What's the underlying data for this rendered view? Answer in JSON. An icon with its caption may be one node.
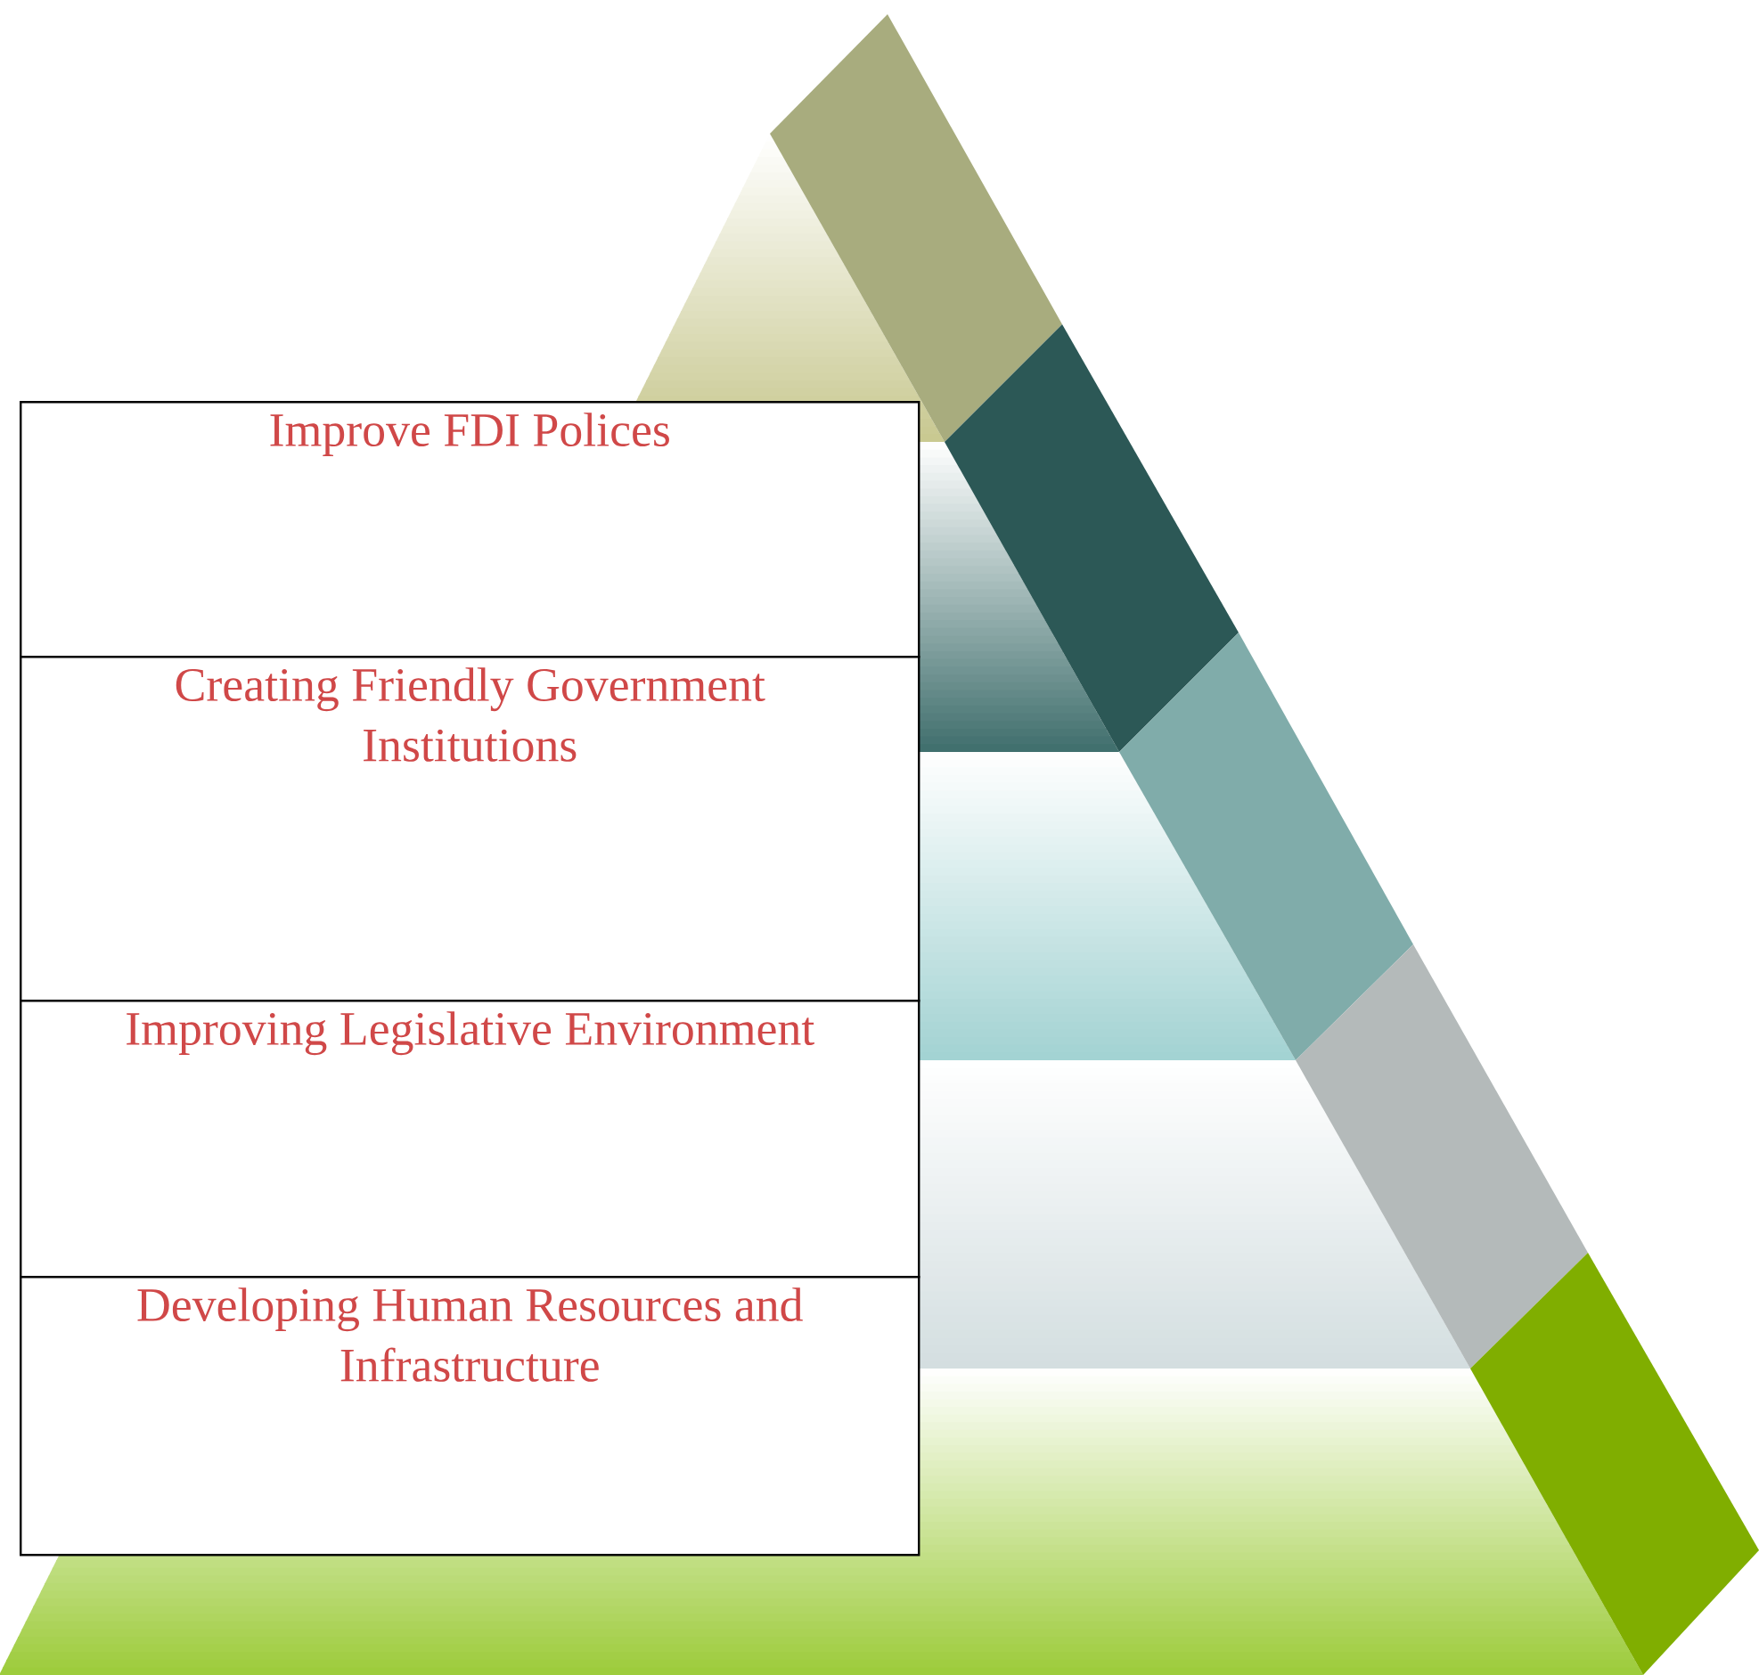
{
  "diagram": {
    "nodes": [
      {
        "text": [
          "Improve FDI Polices"
        ]
      },
      {
        "text": [
          "Creating Friendly Government Institutions"
        ]
      },
      {
        "text": [
          "Improving Legislative Environment"
        ]
      },
      {
        "text": [
          "Developing Human Resources and Infrastructure"
        ]
      }
    ]
  }
}
